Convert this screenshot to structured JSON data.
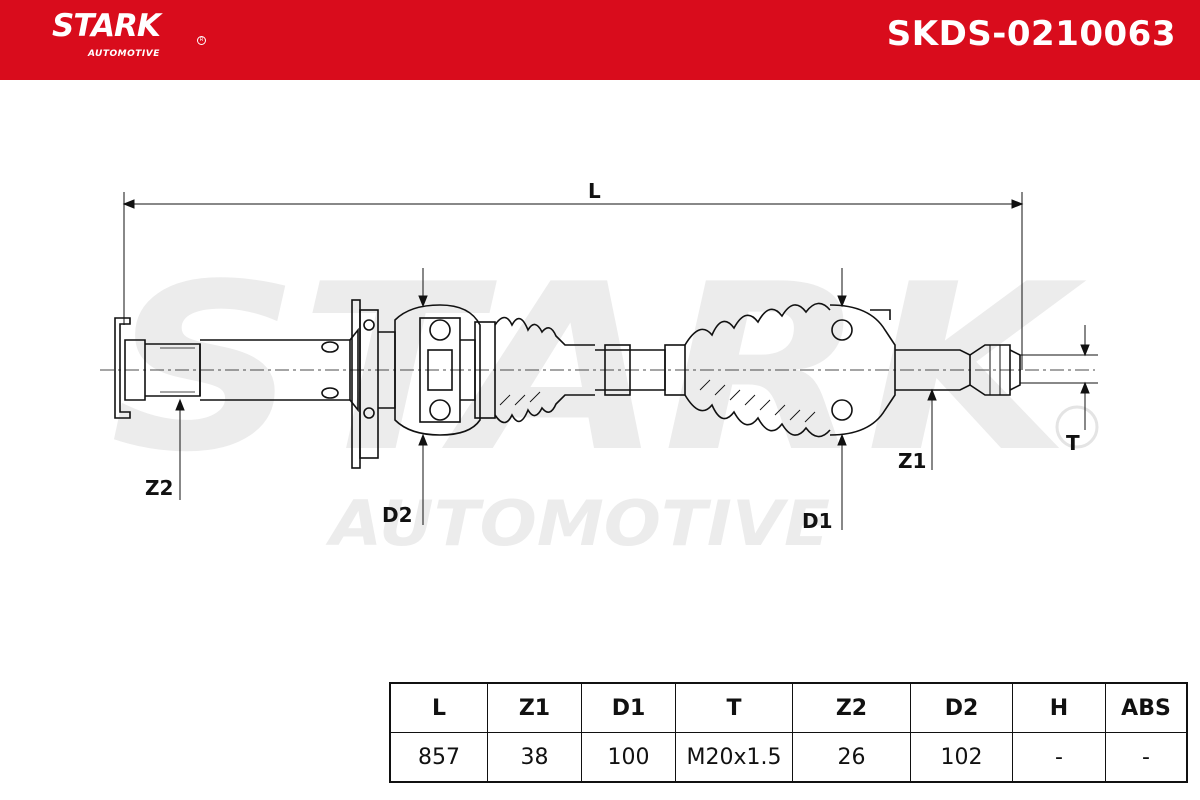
{
  "header": {
    "logo_text": "STARK",
    "logo_subtext": "AUTOMOTIVE",
    "logo_registered": "R",
    "part_number": "SKDS-0210063",
    "background_color": "#d90c1c"
  },
  "watermark": {
    "text": "STARK",
    "subtext": "AUTOMOTIVE"
  },
  "diagram": {
    "labels": {
      "L": "L",
      "Z2": "Z2",
      "D2": "D2",
      "D1": "D1",
      "Z1": "Z1",
      "T": "T"
    }
  },
  "specs": {
    "headers": [
      "L",
      "Z1",
      "D1",
      "T",
      "Z2",
      "D2",
      "H",
      "ABS"
    ],
    "values": [
      "857",
      "38",
      "100",
      "M20x1.5",
      "26",
      "102",
      "-",
      "-"
    ]
  }
}
